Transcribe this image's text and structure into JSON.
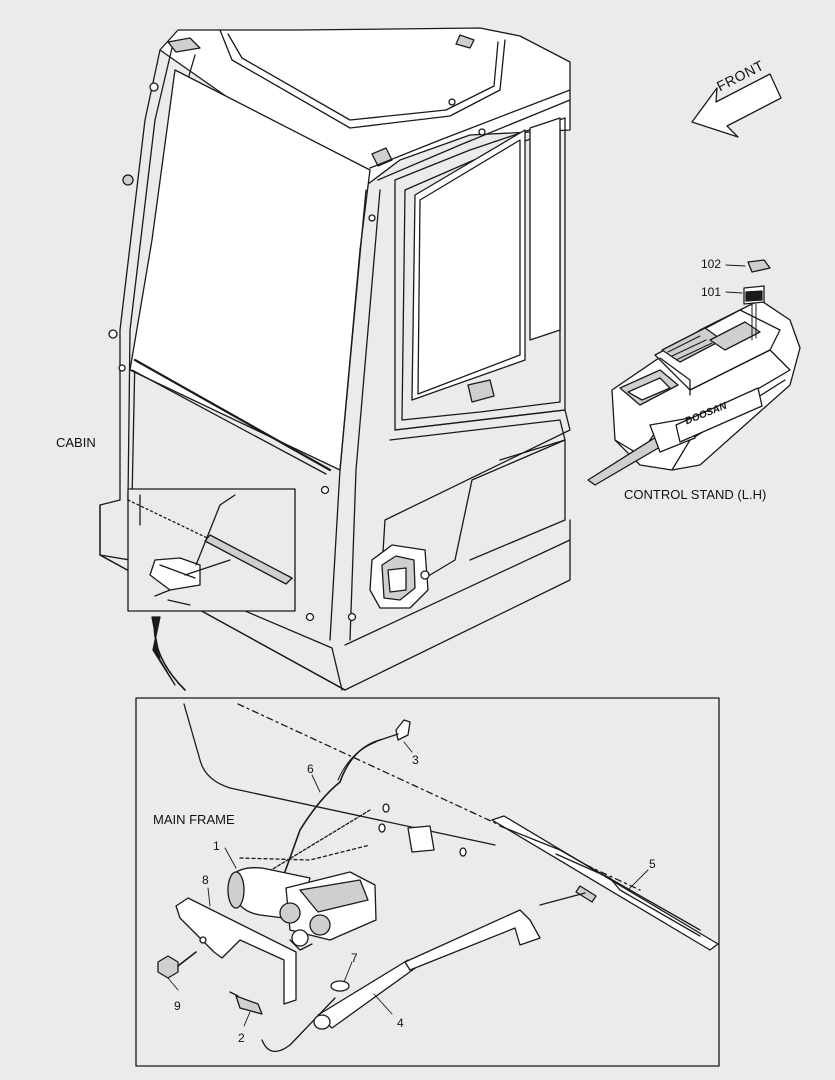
{
  "labels": {
    "front": "FRONT",
    "cabin": "CABIN",
    "control_stand": "CONTROL STAND (L.H)",
    "main_frame": "MAIN FRAME",
    "brand_mark": "DOOSAN"
  },
  "callouts": {
    "p1": "1",
    "p2": "2",
    "p3": "3",
    "p4": "4",
    "p5": "5",
    "p6": "6",
    "p7": "7",
    "p8": "8",
    "p9": "9",
    "p101": "101",
    "p102": "102"
  },
  "colors": {
    "background": "#ebebeb",
    "line": "#1a1a1a",
    "fill_light": "#ffffff",
    "fill_shade": "#cfcfcf"
  }
}
